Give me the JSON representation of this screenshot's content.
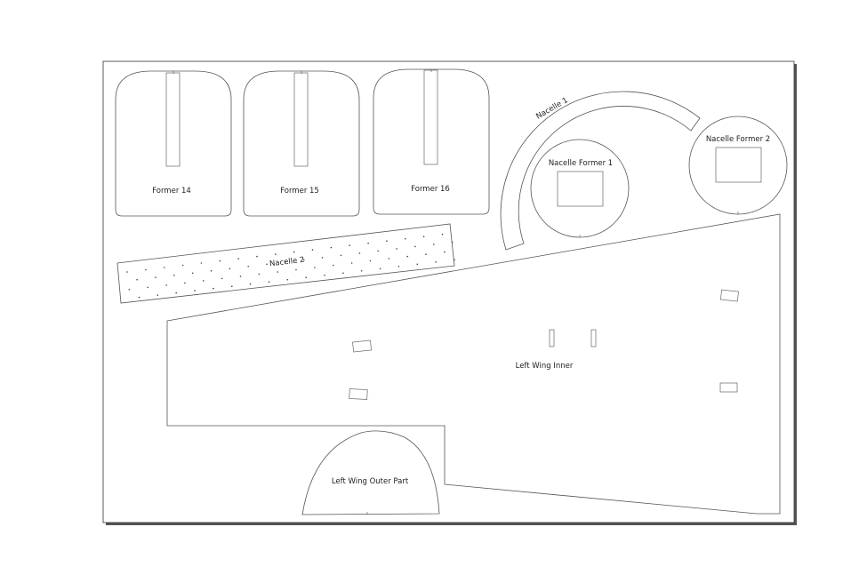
{
  "labels": {
    "former14": "Former 14",
    "former15": "Former 15",
    "former16": "Former 16",
    "nacelle1": "Nacelle 1",
    "nacelle2": "Nacelle 2",
    "nacelle_former1": "Nacelle Former 1",
    "nacelle_former2": "Nacelle Former 2",
    "left_wing_inner": "Left Wing Inner",
    "left_wing_outer": "Left Wing Outer Part"
  }
}
